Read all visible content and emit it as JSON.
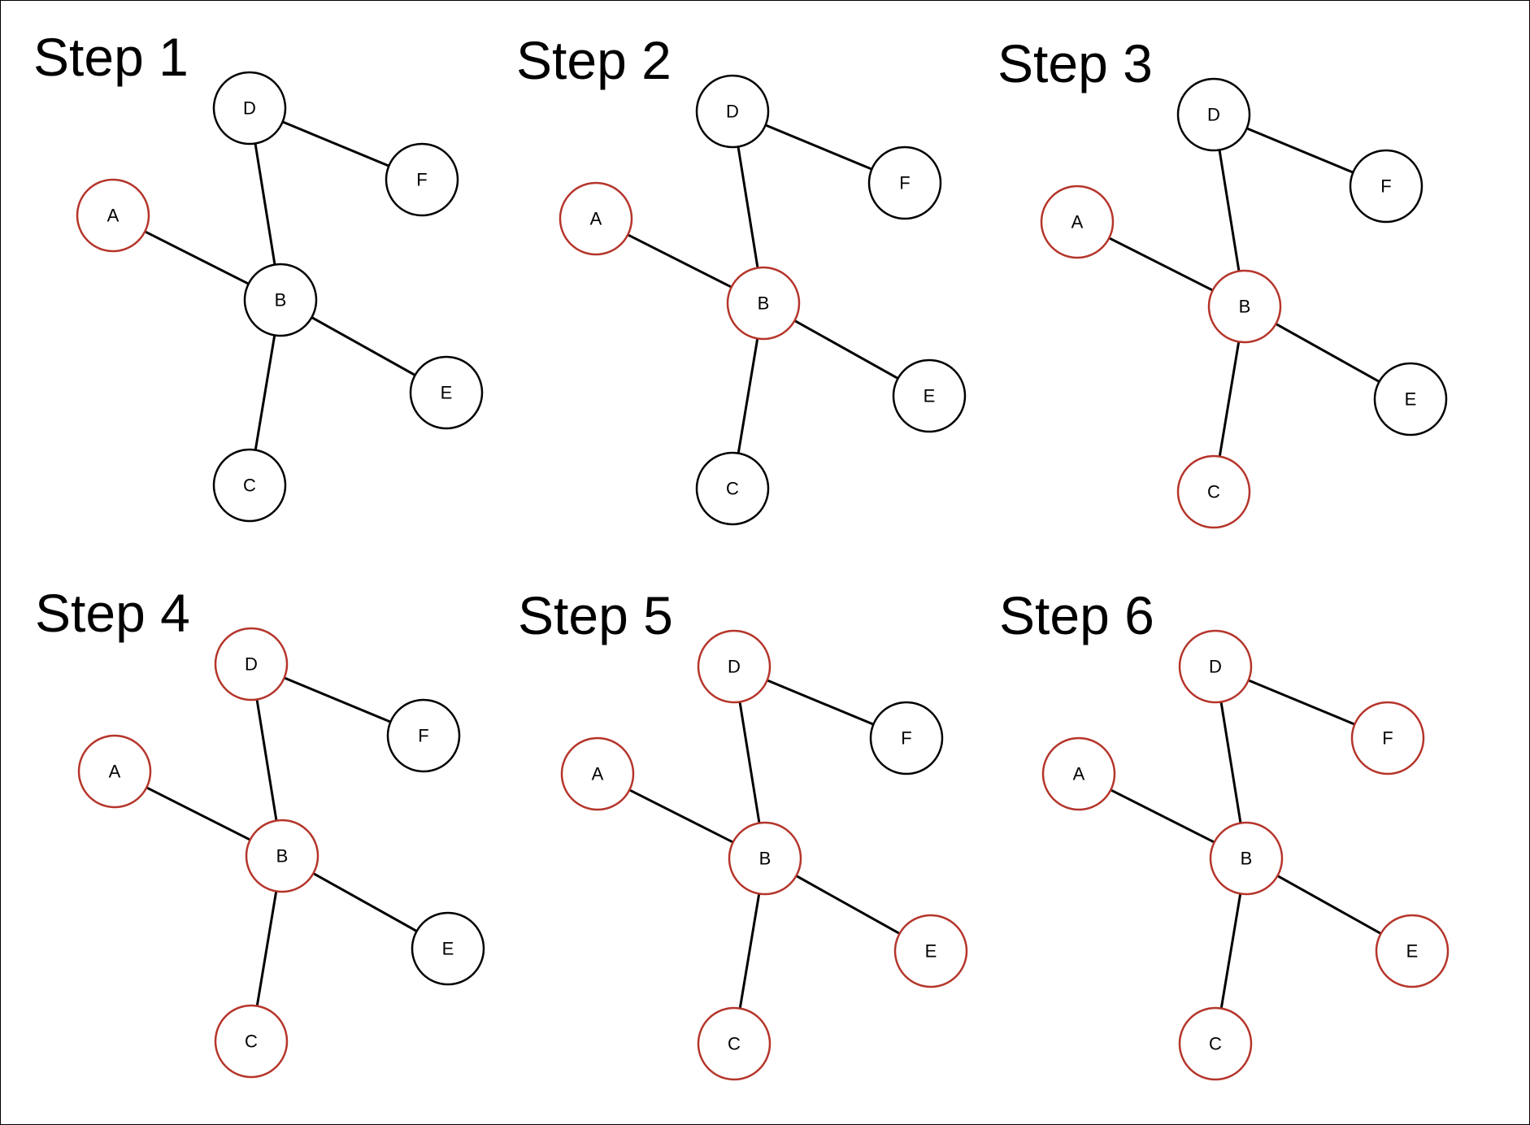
{
  "colors": {
    "visited": "#b5352b",
    "unvisited": "#000000",
    "edge": "#000000"
  },
  "node_ids": [
    "A",
    "B",
    "C",
    "D",
    "E",
    "F"
  ],
  "edges": [
    [
      "D",
      "B"
    ],
    [
      "D",
      "F"
    ],
    [
      "A",
      "B"
    ],
    [
      "B",
      "E"
    ],
    [
      "B",
      "C"
    ]
  ],
  "steps": [
    {
      "title": "Step 1",
      "visited": [
        "A"
      ]
    },
    {
      "title": "Step 2",
      "visited": [
        "A",
        "B"
      ]
    },
    {
      "title": "Step 3",
      "visited": [
        "A",
        "B",
        "C"
      ]
    },
    {
      "title": "Step 4",
      "visited": [
        "A",
        "B",
        "C",
        "D"
      ]
    },
    {
      "title": "Step 5",
      "visited": [
        "A",
        "B",
        "C",
        "D",
        "E"
      ]
    },
    {
      "title": "Step 6",
      "visited": [
        "A",
        "B",
        "C",
        "D",
        "E",
        "F"
      ]
    }
  ]
}
